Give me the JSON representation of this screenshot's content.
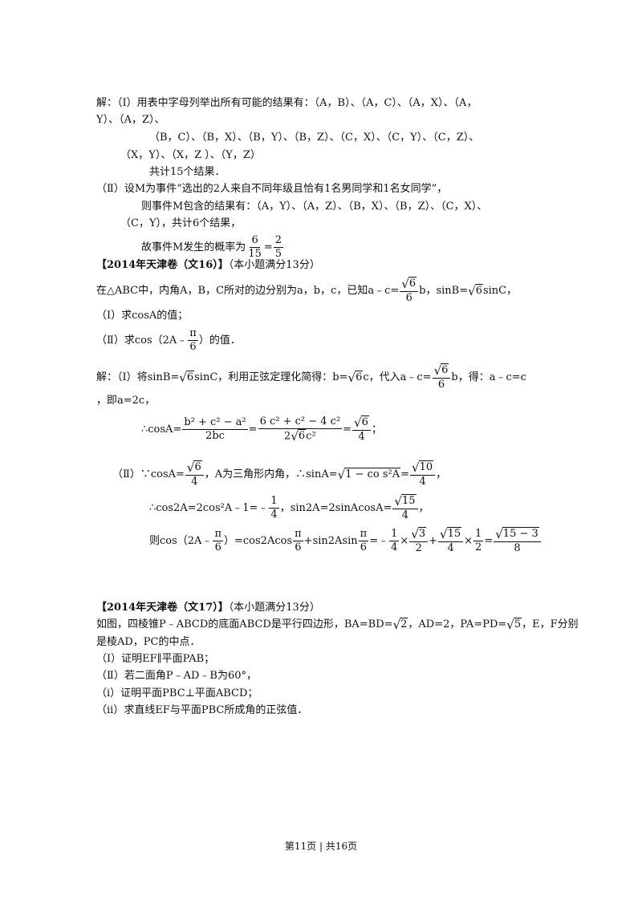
{
  "sol1": {
    "l1": "解：（Ⅰ）用表中字母列举出所有可能的结果有：（A，B）、（A，C）、（A，X）、（A，",
    "l2": "Y）、（A，Z）、",
    "l3": "（B，C）、（B，X）、（B，Y）、（B，Z）、（C，X）、（C，Y）、（C，Z）、",
    "l4": "（X，Y）、（X，Z ）、（Y，Z）",
    "l5": "共计15个结果．",
    "l6": "（Ⅱ）设M为事件“选出的2人来自不同年级且恰有1名男同学和1名女同学”，",
    "l7": "则事件M包含的结果有：（A，Y）、（A，Z）、（B，X）、（B，Z）、（C，X）、",
    "l8": "（C，Y），共计6个结果，",
    "l9": "故事件M发生的概率为",
    "frac_n": "6",
    "frac_d": "15",
    "eq": "=",
    "frac2_n": "2",
    "frac2_d": "5"
  },
  "p16": {
    "head": "【2014年天津卷（文16）】",
    "score": "（本小题满分13分）",
    "s1a": "在△ABC中，内角A，B，C所对的边分别为a，b，c，已知a﹣c=",
    "r6": "6",
    "d6": "6",
    "s1b": "b，sinB=",
    "s1c": "sinC，",
    "q1": "（Ⅰ）求cosA的值；",
    "q2a": "（Ⅱ）求cos（2A﹣",
    "pi": "π",
    "six": "6",
    "q2b": "）的值．"
  },
  "sol16": {
    "a1": "解：（Ⅰ）将sinB=",
    "a2": "sinC，利用正弦定理化简得：b=",
    "a3": "c，代入a﹣c=",
    "a4": "b，得：a﹣c=c",
    "a5": "，即a=2c，",
    "c1": "∴cosA=",
    "c1n": "b² + c² − a²",
    "c1d": "2bc",
    "c2n": "6 c² + c² − 4 c²",
    "c2d_a": "2",
    "c2d_b": "c²",
    "c3d": "4",
    "semi": "；",
    "b1": "（Ⅱ）∵cosA=",
    "b2": "，A为三角形内角，∴sinA=",
    "b2r": "1 − co s²A",
    "b3n": "10",
    "comma": "，",
    "s2": "∴cos2A=2cos²A﹣1=﹣",
    "one": "1",
    "s2b": "，sin2A=2sinAcosA=",
    "r15": "15",
    "t1": "则cos（2A﹣",
    "t2": "）=cos2Acos",
    "t3": "+sin2Asin",
    "t4": "=﹣",
    "times": "×",
    "plus": "+",
    "r3": "3",
    "two": "2",
    "eight": "8",
    "finn": "15 − 3"
  },
  "p17": {
    "head": "【2014年天津卷（文17）】",
    "score": "（本小题满分13分）",
    "s1a": "如图，四棱锥P﹣ABCD的底面ABCD是平行四边形，BA=BD=",
    "r2": "2",
    "s1b": "，AD=2，PA=PD=",
    "r5": "5",
    "s1c": "，E，F分别",
    "s2": "是棱AD，PC的中点．",
    "q1": "（Ⅰ）证明EF∥平面PAB；",
    "q2": "（Ⅱ）若二面角P﹣AD﹣B为60°，",
    "q3": "（i）证明平面PBC⊥平面ABCD；",
    "q4": "（ii）求直线EF与平面PBC所成角的正弦值．"
  },
  "footer": {
    "text": "第11页 | 共16页"
  }
}
